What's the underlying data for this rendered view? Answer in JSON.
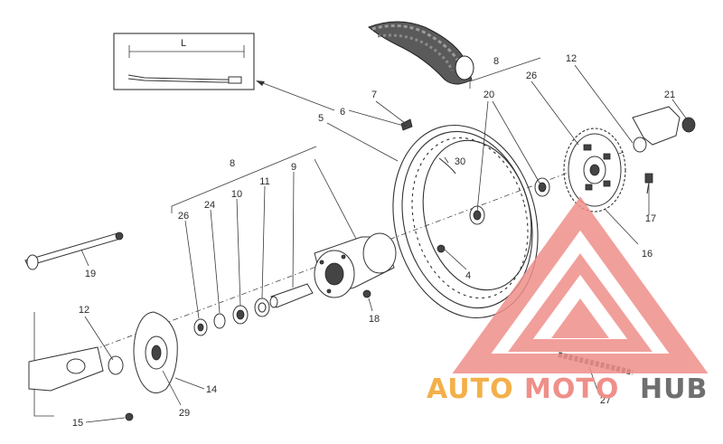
{
  "cable_inset": {
    "dimension_label": "L"
  },
  "callouts": {
    "c4": "4",
    "c5": "5",
    "c6": "6",
    "c7": "7",
    "c8_top": "8",
    "c8_left": "8",
    "c9": "9",
    "c10": "10",
    "c11": "11",
    "c12_top": "12",
    "c12_left": "12",
    "c14": "14",
    "c15": "15",
    "c16": "16",
    "c17": "17",
    "c18": "18",
    "c19": "19",
    "c20": "20",
    "c21": "21",
    "c24": "24",
    "c26_top": "26",
    "c26_left": "26",
    "c27": "27",
    "c29": "29",
    "c30": "30"
  },
  "watermark": {
    "word_a": "AUTO",
    "word_b": "MOTO",
    "word_c": "HUB",
    "colors": {
      "logo": "#ef8f8a",
      "auto": "#f3b04a",
      "moto": "#ef8f8a",
      "hub": "#6f6f6f"
    }
  }
}
